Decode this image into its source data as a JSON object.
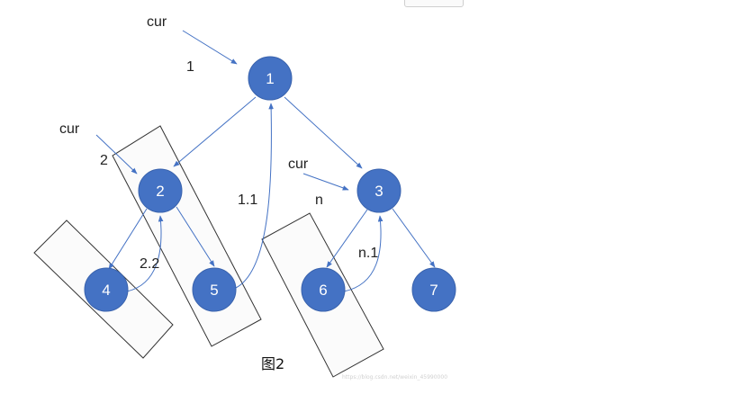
{
  "figure": {
    "caption": "图2",
    "watermark": "https://blog.csdn.net/weixin_45990000",
    "colors": {
      "node_fill": "#4472c4",
      "node_stroke": "#3a63ad",
      "edge": "#4472c4",
      "box_stroke": "#333333",
      "box_fill": "#fbfbfb"
    }
  },
  "nodes": [
    {
      "id": "1",
      "label": "1"
    },
    {
      "id": "2",
      "label": "2"
    },
    {
      "id": "3",
      "label": "3"
    },
    {
      "id": "4",
      "label": "4"
    },
    {
      "id": "5",
      "label": "5"
    },
    {
      "id": "6",
      "label": "6"
    },
    {
      "id": "7",
      "label": "7"
    }
  ],
  "edges": [
    {
      "from": "1",
      "to": "2"
    },
    {
      "from": "1",
      "to": "3"
    },
    {
      "from": "2",
      "to": "4"
    },
    {
      "from": "2",
      "to": "5"
    },
    {
      "from": "3",
      "to": "6"
    },
    {
      "from": "3",
      "to": "7"
    },
    {
      "from": "4",
      "to": "2",
      "curved": true
    },
    {
      "from": "5",
      "to": "1",
      "curved": true
    },
    {
      "from": "6",
      "to": "3",
      "curved": true
    }
  ],
  "labels": {
    "cur_1": "cur",
    "cur_2": "cur",
    "cur_3": "cur",
    "step_1": "1",
    "step_2": "2",
    "step_1_1": "1.1",
    "step_2_2": "2.2",
    "step_n": "n",
    "step_n_1": "n.1"
  }
}
